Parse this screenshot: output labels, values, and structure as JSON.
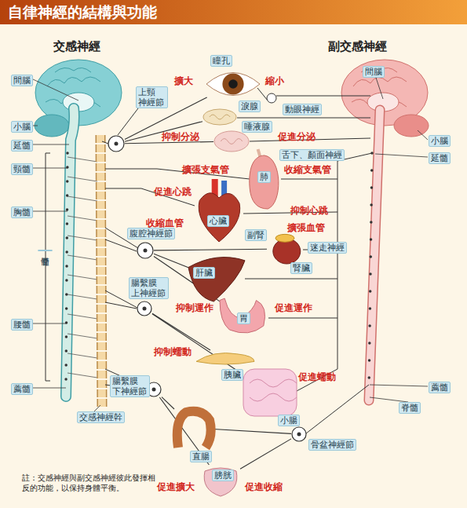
{
  "diagram": {
    "title": "自律神經的結構與功能",
    "nodes": [
      {
        "text": [
          "瞳孔"
        ]
      },
      {
        "text": [
          "上頸 神經節"
        ]
      },
      {
        "text": [
          "淚腺"
        ]
      },
      {
        "text": [
          "唾液腺"
        ]
      },
      {
        "text": [
          "肺"
        ]
      },
      {
        "text": [
          "心臟"
        ]
      },
      {
        "text": [
          "腹腔神經節"
        ]
      },
      {
        "text": [
          "副腎",
          "腎臟"
        ]
      },
      {
        "text": [
          "肝臟"
        ]
      },
      {
        "text": [
          "腸繫膜 上神經節"
        ]
      },
      {
        "text": [
          "胃"
        ]
      },
      {
        "text": [
          "胰臟"
        ]
      },
      {
        "text": [
          "小腸"
        ]
      },
      {
        "text": [
          "腸繫膜 下神經節"
        ]
      },
      {
        "text": [
          "直腸"
        ]
      },
      {
        "text": [
          "骨盆神經節"
        ]
      },
      {
        "text": [
          "膀胱"
        ]
      }
    ],
    "edges": [
      {
        "from": 1,
        "to": 0,
        "arrow": "none"
      },
      {
        "from": 1,
        "to": 2,
        "arrow": "none"
      },
      {
        "from": 1,
        "to": 3,
        "arrow": "none"
      },
      {
        "from": 6,
        "to": 7,
        "arrow": "none"
      },
      {
        "from": 6,
        "to": 8,
        "arrow": "none"
      },
      {
        "from": 6,
        "to": 10,
        "arrow": "none"
      },
      {
        "from": 9,
        "to": 11,
        "arrow": "none"
      },
      {
        "from": 9,
        "to": 12,
        "arrow": "none"
      },
      {
        "from": 13,
        "to": 14,
        "arrow": "none"
      },
      {
        "from": 13,
        "to": 16,
        "arrow": "none"
      },
      {
        "from": 15,
        "to": 14,
        "arrow": "none"
      },
      {
        "from": 15,
        "to": 16,
        "arrow": "none"
      }
    ],
    "labels": [
      "交感神經",
      "副交感神經",
      "間腦",
      "小腦",
      "延髓",
      "頸髓",
      "胸髓",
      "脊髓",
      "腰髓",
      "薦髓",
      "交感神經幹",
      "擴大",
      "縮小",
      "動眼神經",
      "抑制分泌",
      "促進分泌",
      "舌下、顏面神經",
      "擴張支氣管",
      "收縮支氣管",
      "促進心跳",
      "收縮血管",
      "抑制心跳",
      "擴張血管",
      "迷走神經",
      "抑制運作",
      "促進運作",
      "抑制蠕動",
      "促進蠕動",
      "促進擴大",
      "促進收縮",
      "間腦",
      "小腦",
      "延髓",
      "薦髓",
      "脊髓",
      "註：交感神經與副交感神經彼此發揮相反的功能，以保持身體平衡。"
    ]
  }
}
